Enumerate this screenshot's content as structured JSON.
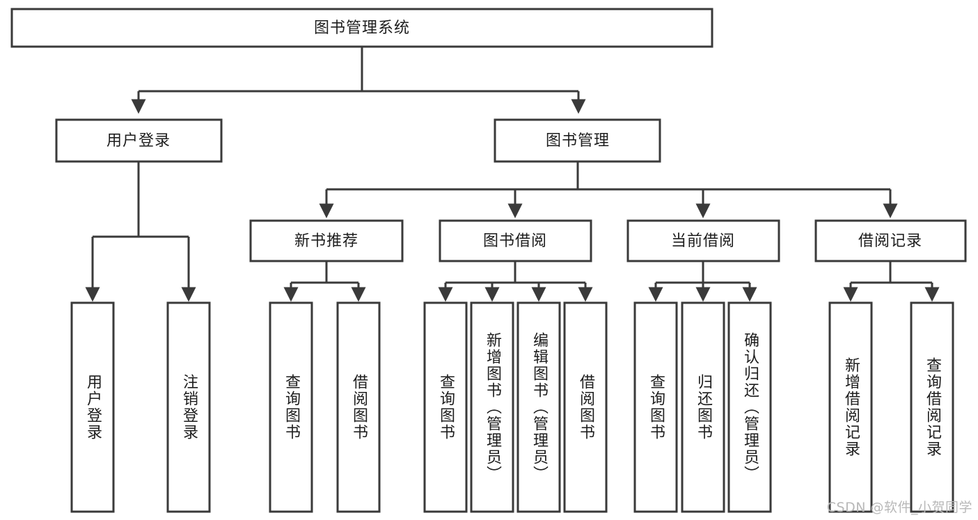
{
  "diagram": {
    "type": "tree",
    "title": "图书管理系统",
    "watermark": "CSDN @软件_小贺同学",
    "colors": {
      "stroke": "#3a3a3a",
      "fill": "#ffffff",
      "text": "#1d1d1d",
      "watermark": "#b8b8b8"
    },
    "root": {
      "label": "图书管理系统"
    },
    "level2": [
      {
        "label": "用户登录"
      },
      {
        "label": "图书管理"
      }
    ],
    "level3": [
      {
        "label": "新书推荐"
      },
      {
        "label": "图书借阅"
      },
      {
        "label": "当前借阅"
      },
      {
        "label": "借阅记录"
      }
    ],
    "leaves": {
      "user_login": [
        {
          "label": "用户登录"
        },
        {
          "label": "注销登录"
        }
      ],
      "new_book_recommend": [
        {
          "label": "查询图书"
        },
        {
          "label": "借阅图书"
        }
      ],
      "book_borrow": [
        {
          "label": "查询图书"
        },
        {
          "label": "新增图书（管理员）"
        },
        {
          "label": "编辑图书（管理员）"
        },
        {
          "label": "借阅图书"
        }
      ],
      "current_borrow": [
        {
          "label": "查询图书"
        },
        {
          "label": "归还图书"
        },
        {
          "label": "确认归还（管理员）"
        }
      ],
      "borrow_records": [
        {
          "label": "新增借阅记录"
        },
        {
          "label": "查询借阅记录"
        }
      ]
    }
  }
}
